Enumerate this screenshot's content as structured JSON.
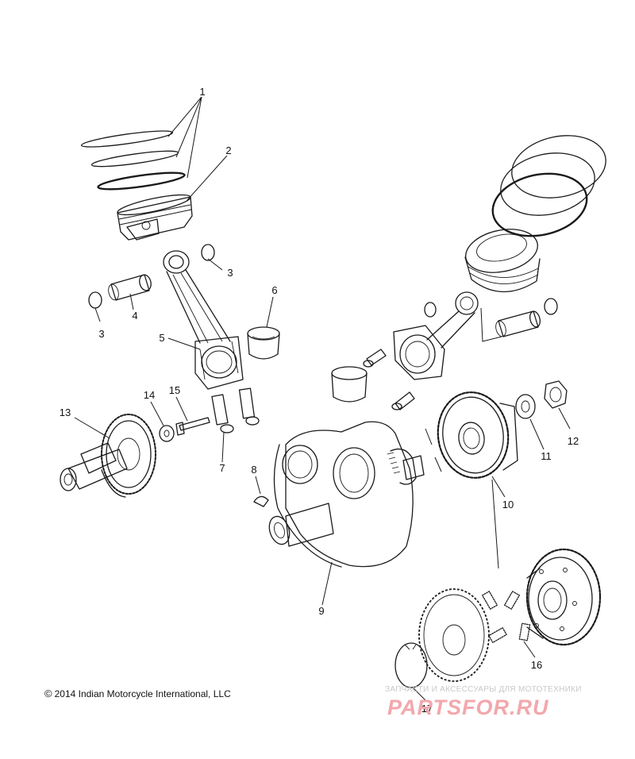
{
  "diagram": {
    "callouts": [
      {
        "id": "1",
        "label": "1"
      },
      {
        "id": "2",
        "label": "2"
      },
      {
        "id": "3a",
        "label": "3"
      },
      {
        "id": "3b",
        "label": "3"
      },
      {
        "id": "4",
        "label": "4"
      },
      {
        "id": "5",
        "label": "5"
      },
      {
        "id": "6",
        "label": "6"
      },
      {
        "id": "7",
        "label": "7"
      },
      {
        "id": "8",
        "label": "8"
      },
      {
        "id": "9",
        "label": "9"
      },
      {
        "id": "10",
        "label": "10"
      },
      {
        "id": "11",
        "label": "11"
      },
      {
        "id": "12",
        "label": "12"
      },
      {
        "id": "13",
        "label": "13"
      },
      {
        "id": "14",
        "label": "14"
      },
      {
        "id": "15",
        "label": "15"
      },
      {
        "id": "16",
        "label": "16"
      },
      {
        "id": "17",
        "label": "17"
      }
    ]
  },
  "footer": {
    "copyright_symbol": "©",
    "copyright_text": "2014 Indian Motorcycle International, LLC"
  },
  "watermark": {
    "subtitle": "ЗАПЧАСТИ И АКСЕССУАРЫ ДЛЯ МОТОТЕХНИКИ",
    "brand": "PARTSFOR.RU",
    "color": "#f3a7ac"
  }
}
